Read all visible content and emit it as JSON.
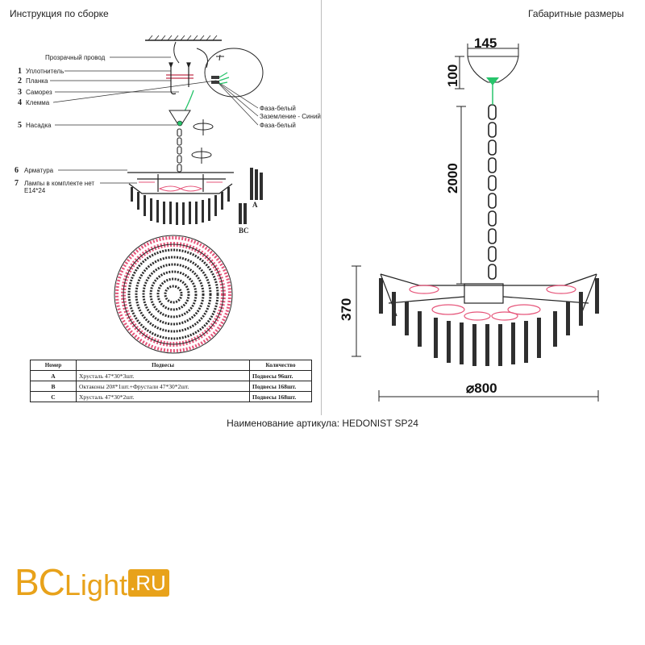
{
  "headers": {
    "left": "Инструкция по сборке",
    "right": "Габаритные размеры"
  },
  "assembly": {
    "labels": [
      {
        "num": "1",
        "text": "Уплотнитель"
      },
      {
        "num": "2",
        "text": "Планка"
      },
      {
        "num": "3",
        "text": "Саморез"
      },
      {
        "num": "4",
        "text": "Клемма"
      },
      {
        "num": "5",
        "text": "Насадка"
      },
      {
        "num": "6",
        "text": "Арматура"
      },
      {
        "num": "7",
        "text": "Лампы в комплекте нет"
      }
    ],
    "lamp_spec": "E14*24",
    "wire_label": "Прозрачный провод",
    "wires": [
      "Фаза-белый",
      "Заземление - Синий",
      "Фаза-белый"
    ],
    "pendant_marks": [
      "A",
      "B",
      "C"
    ]
  },
  "parts_table": {
    "columns": [
      "Номер",
      "Подвесы",
      "Количество"
    ],
    "rows": [
      [
        "A",
        "Хрусталь 47*30*3шт.",
        "Подвесы 96шт."
      ],
      [
        "B",
        "Октаконы 20#*1шт.+Фрустали 47*30*2шт.",
        "Подвесы 168шт."
      ],
      [
        "C",
        "Хрусталь 47*30*2шт.",
        "Подвесы 168шт."
      ]
    ]
  },
  "dimensions": {
    "canopy_width": "145",
    "canopy_height": "100",
    "chain_length": "2000",
    "body_height": "370",
    "diameter": "⌀800"
  },
  "article": "Наименование артикула: HEDONIST SP24",
  "logo": {
    "part1": "BC",
    "part2": "Light",
    "part3": ".RU"
  },
  "colors": {
    "accent": "#e8a21a",
    "wire_green": "#27c46b",
    "crystal_pink": "#e6557a"
  }
}
